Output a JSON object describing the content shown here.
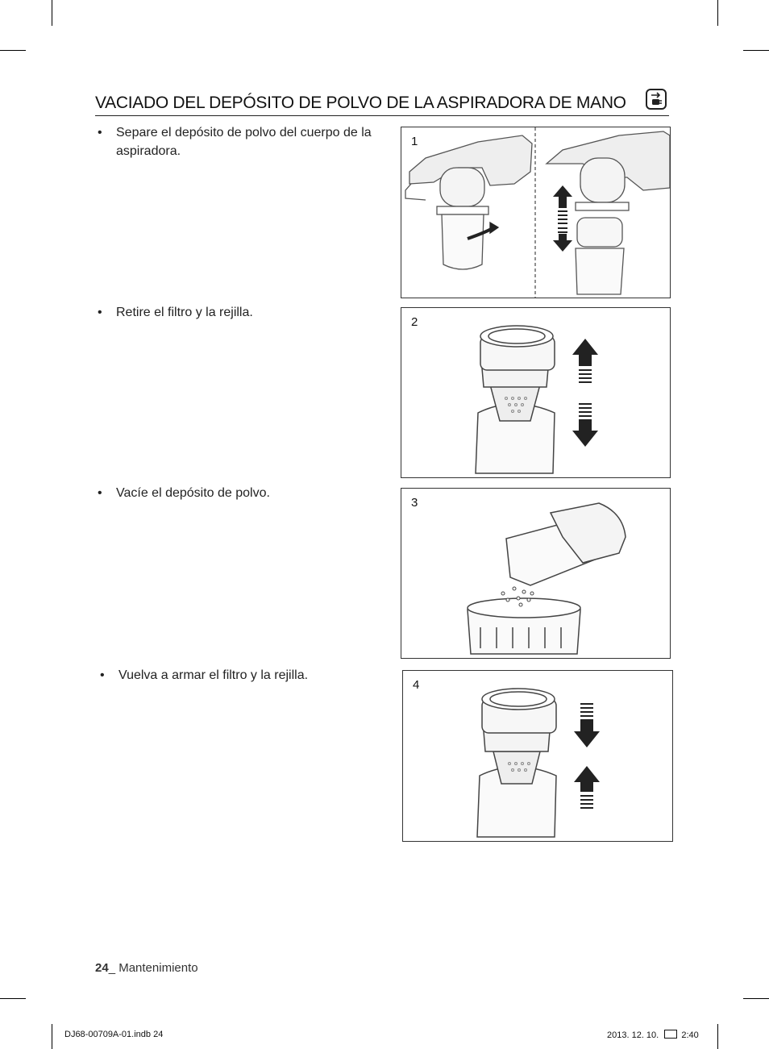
{
  "heading": "VACIADO DEL DEPÓSITO DE POLVO DE LA ASPIRADORA DE MANO",
  "heading_icon": "handheld-vacuum-icon",
  "steps": [
    {
      "number": "1",
      "text": "Separe el depósito de polvo del cuerpo de la aspiradora."
    },
    {
      "number": "2",
      "text": "Retire el filtro y la rejilla."
    },
    {
      "number": "3",
      "text": "Vacíe el depósito de polvo."
    },
    {
      "number": "4",
      "text": "Vuelva a armar el filtro y la rejilla."
    }
  ],
  "bullet_glyph": "•",
  "footer": {
    "page_number": "24",
    "separator": "_ ",
    "section": "Mantenimiento"
  },
  "print_info": {
    "file": "DJ68-00709A-01.indb   24",
    "date": "2013. 12. 10.",
    "time": "2:40"
  }
}
